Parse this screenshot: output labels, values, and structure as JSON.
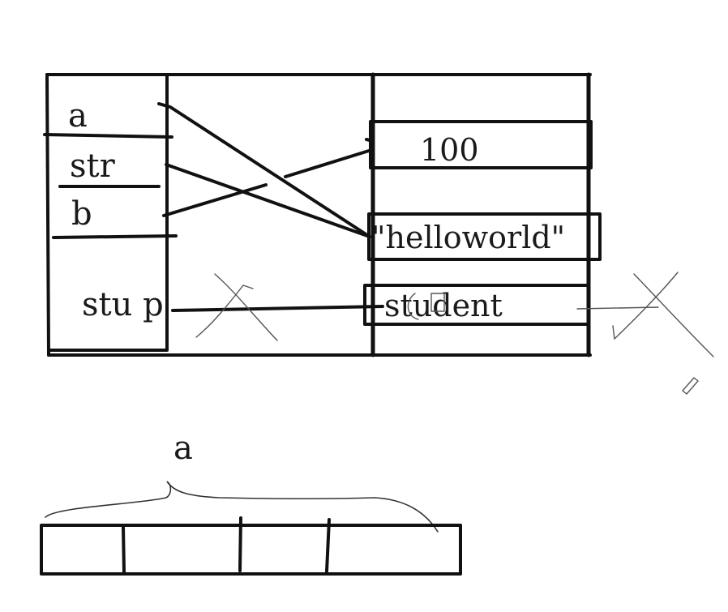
{
  "stack": {
    "var_a": "a",
    "var_str": "str",
    "var_b": "b",
    "var_stu_p": "stu p"
  },
  "heap": {
    "value_100": "100",
    "value_helloworld": "\"helloworld\"",
    "value_student": "student"
  },
  "array": {
    "name": "a"
  },
  "colors": {
    "ink": "#111111",
    "sketch": "#555555",
    "background": "#ffffff"
  }
}
